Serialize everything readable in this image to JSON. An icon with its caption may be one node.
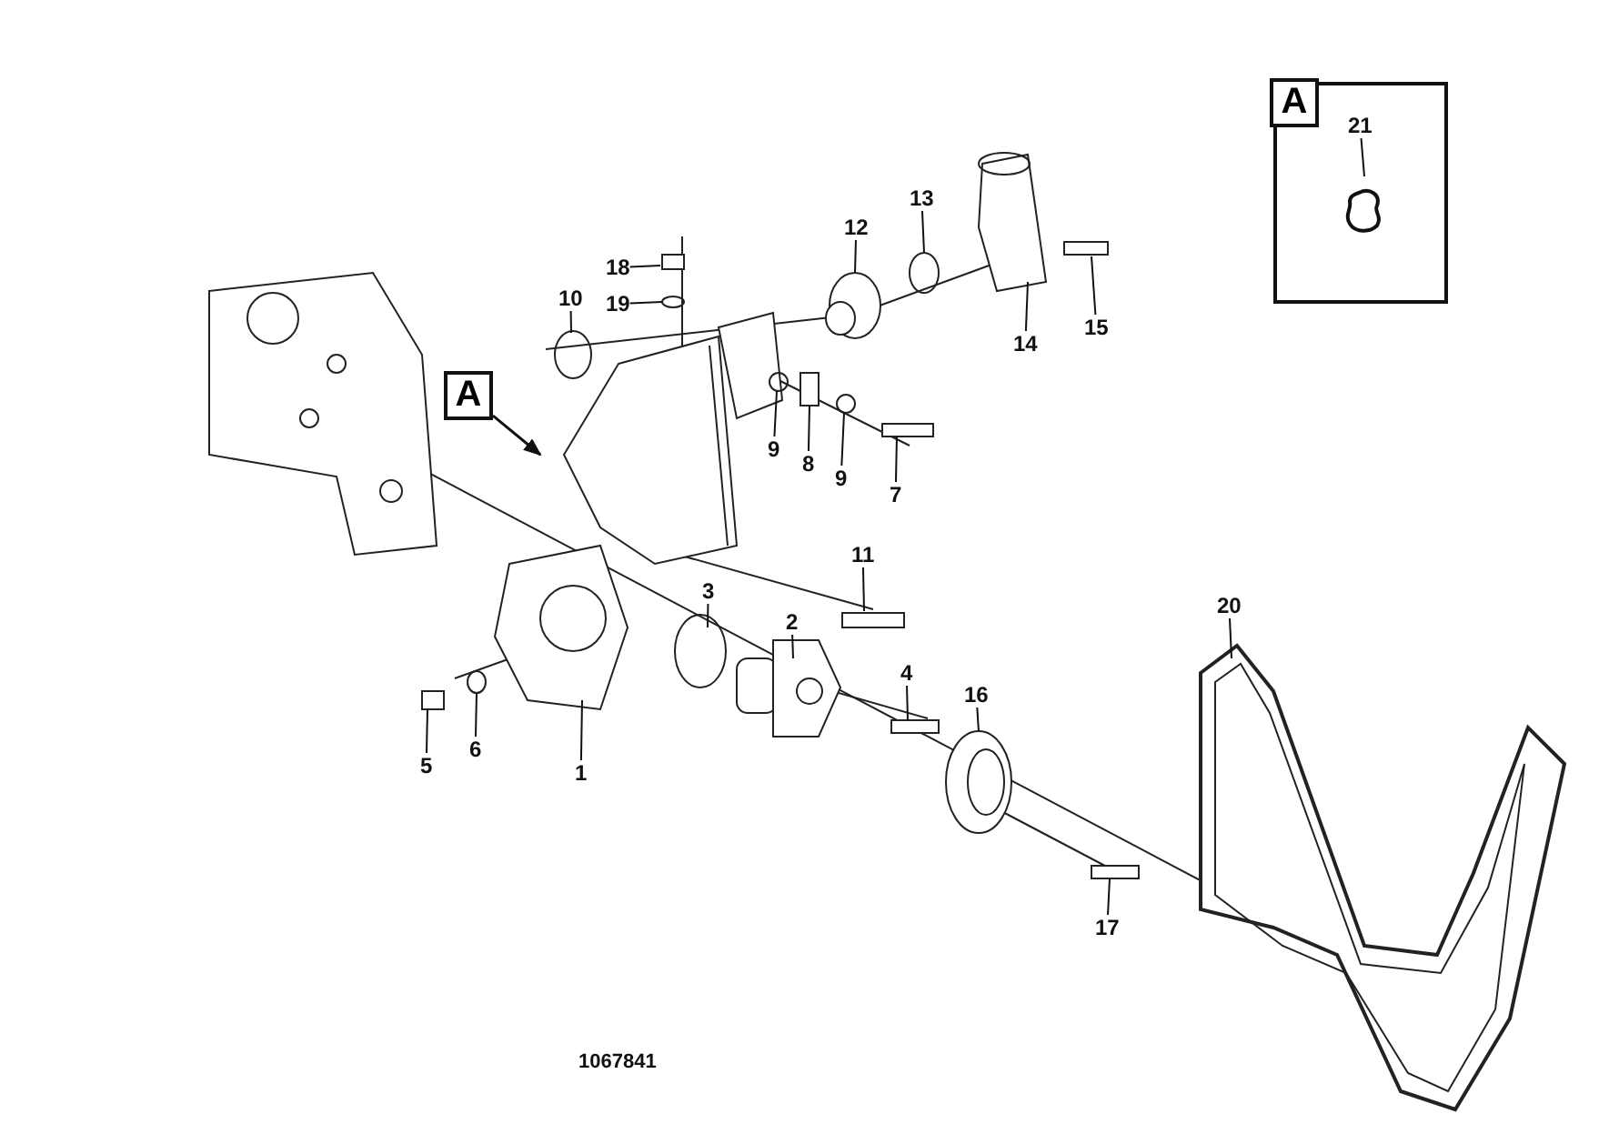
{
  "diagram": {
    "nodes": [
      {
        "text": [],
        "shape": "box"
      },
      {
        "text": [
          "A"
        ],
        "in": 0
      },
      {
        "text": [
          "21"
        ],
        "in": 0
      },
      {
        "text": [
          "18"
        ]
      },
      {
        "text": [
          "19"
        ]
      },
      {
        "text": [
          "10"
        ]
      },
      {
        "text": [
          "12"
        ]
      },
      {
        "text": [
          "13"
        ]
      },
      {
        "text": [
          "14"
        ]
      },
      {
        "text": [
          "15"
        ]
      },
      {
        "text": [
          "A"
        ]
      },
      {
        "text": [
          "9"
        ]
      },
      {
        "text": [
          "8"
        ]
      },
      {
        "text": [
          "9"
        ]
      },
      {
        "text": [
          "7"
        ]
      },
      {
        "text": [
          "11"
        ]
      },
      {
        "text": [
          "20"
        ]
      },
      {
        "text": [
          "3"
        ]
      },
      {
        "text": [
          "2"
        ]
      },
      {
        "text": [
          "4"
        ]
      },
      {
        "text": [
          "16"
        ]
      },
      {
        "text": [
          "5"
        ]
      },
      {
        "text": [
          "6"
        ]
      },
      {
        "text": [
          "1"
        ]
      },
      {
        "text": [
          "17"
        ]
      }
    ],
    "edges": [
      {
        "from": 2,
        "to": null,
        "arrow": "none"
      },
      {
        "from": 3,
        "to": null,
        "arrow": "none"
      },
      {
        "from": 4,
        "to": null,
        "arrow": "none"
      },
      {
        "from": 5,
        "to": null,
        "arrow": "none"
      },
      {
        "from": 6,
        "to": null,
        "arrow": "none"
      },
      {
        "from": 7,
        "to": null,
        "arrow": "none"
      },
      {
        "from": 8,
        "to": null,
        "arrow": "none"
      },
      {
        "from": 9,
        "to": null,
        "arrow": "none"
      },
      {
        "from": 10,
        "to": null,
        "arrow": "to"
      },
      {
        "from": 11,
        "to": null,
        "arrow": "none"
      },
      {
        "from": 12,
        "to": null,
        "arrow": "none"
      },
      {
        "from": 13,
        "to": null,
        "arrow": "none"
      },
      {
        "from": 14,
        "to": null,
        "arrow": "none"
      },
      {
        "from": 15,
        "to": null,
        "arrow": "none"
      },
      {
        "from": 16,
        "to": null,
        "arrow": "none"
      },
      {
        "from": 17,
        "to": null,
        "arrow": "none"
      },
      {
        "from": 18,
        "to": null,
        "arrow": "none"
      },
      {
        "from": 19,
        "to": null,
        "arrow": "none"
      },
      {
        "from": 20,
        "to": null,
        "arrow": "none"
      },
      {
        "from": 21,
        "to": null,
        "arrow": "none"
      },
      {
        "from": 22,
        "to": null,
        "arrow": "none"
      },
      {
        "from": 23,
        "to": null,
        "arrow": "none"
      },
      {
        "from": 24,
        "to": null,
        "arrow": "none"
      }
    ],
    "labels": [
      "1067841"
    ]
  }
}
